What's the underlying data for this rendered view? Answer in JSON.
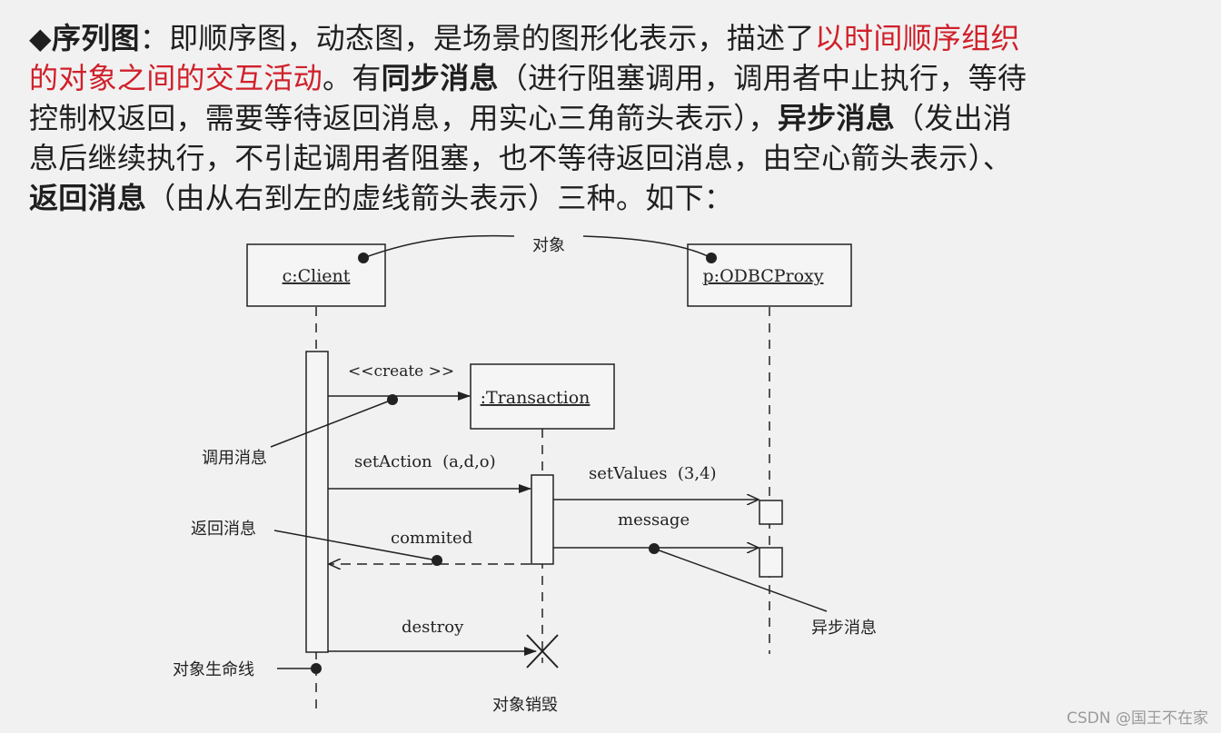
{
  "intro": {
    "line1": {
      "diamond": "◆",
      "term": "序列图",
      "text": "：即顺序图，动态图，是场景的图形化表示，描述了",
      "highlight": "以时间顺序组织"
    },
    "line2": {
      "highlight": "的对象之间的交互活动",
      "text_a": "。有",
      "term": "同步消息",
      "text_b": "（进行阻塞调用，调用者中止执行，等待"
    },
    "line3": {
      "text_a": "控制权返回，需要等待返回消息，用实心三角箭头表示），",
      "term": "异步消息",
      "text_b": "（发出消"
    },
    "line4": {
      "text": "息后继续执行，不引起调用者阻塞，也不等待返回消息，由空心箭头表示）、"
    },
    "line5": {
      "term": "返回消息",
      "text": "（由从右到左的虚线箭头表示）三种。如下："
    }
  },
  "diagram": {
    "objects": {
      "client": "c:Client",
      "proxy": "p:ODBCProxy",
      "transaction": ":Transaction"
    },
    "messages": {
      "create": "<<create >>",
      "set_action": "setAction  (a,d,o)",
      "set_values": "setValues  (3,4)",
      "message": "message",
      "commited": "commited",
      "destroy": "destroy"
    },
    "annotations": {
      "object": "对象",
      "call_message": "调用消息",
      "return_message": "返回消息",
      "async_message": "异步消息",
      "lifeline": "对象生命线",
      "destruction": "对象销毁"
    }
  },
  "watermark": "CSDN @国王不在家"
}
